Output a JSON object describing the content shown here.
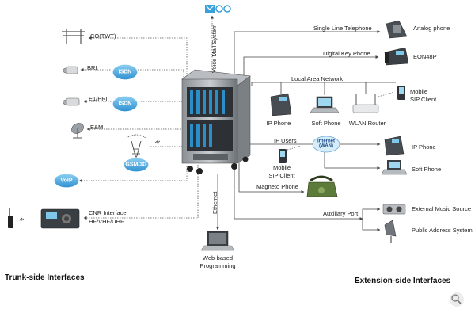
{
  "brand": {
    "logo_text": "Xoo",
    "accent": "#3aa0dc"
  },
  "captions": {
    "trunk_side": "Trunk-side Interfaces",
    "extension_side": "Extension-side Interfaces"
  },
  "trunk": {
    "co": "CO(TWT)",
    "bri": "BRI",
    "e1pri": "E1/PRI",
    "em": "E&M",
    "gsm": "GSM/3G",
    "voip": "VoIP",
    "cnr1": "CNR Interface",
    "cnr2": "HF/VHF/UHF",
    "isdn1": "ISDN",
    "isdn2": "ISDN"
  },
  "center": {
    "voicemail": "Voice Mail System",
    "ethernet": "Ethernet",
    "web1": "Web-based",
    "web2": "Programming"
  },
  "extension": {
    "single_line": "Single Line Telephone",
    "analog": "Analog phone",
    "digital_key": "Digital Key Phone",
    "eon": "EON48P",
    "lan": "Local Area Network",
    "ipphone_lan": "IP Phone",
    "softphone_lan": "Soft Phone",
    "wlan": "WLAN Router",
    "mobile_sip_1a": "Mobile",
    "mobile_sip_1b": "SIP Client",
    "ip_users": "IP Users",
    "internet_a": "Internet",
    "internet_b": "(WAN)",
    "mobile_sip_2a": "Mobile",
    "mobile_sip_2b": "SIP Client",
    "ipphone_wan": "IP Phone",
    "softphone_wan": "Soft Phone",
    "magneto": "Magneto Phone",
    "aux": "Auxiliary Port",
    "ext_music": "External Music Source",
    "pa": "Public Address System"
  },
  "icons": [
    "telephone-pole-icon",
    "isdn-cloud-icon",
    "em-antenna-icon",
    "gsm-tower-icon",
    "voip-cloud-icon",
    "radio-icon",
    "handheld-radio-icon",
    "cabinet-icon",
    "voicemail-logo-icon",
    "analog-phone-icon",
    "key-phone-icon",
    "ip-phone-icon",
    "laptop-icon",
    "wlan-router-icon",
    "mobile-icon",
    "internet-cloud-icon",
    "magneto-phone-icon",
    "music-source-icon",
    "speaker-icon",
    "zoom-icon"
  ]
}
